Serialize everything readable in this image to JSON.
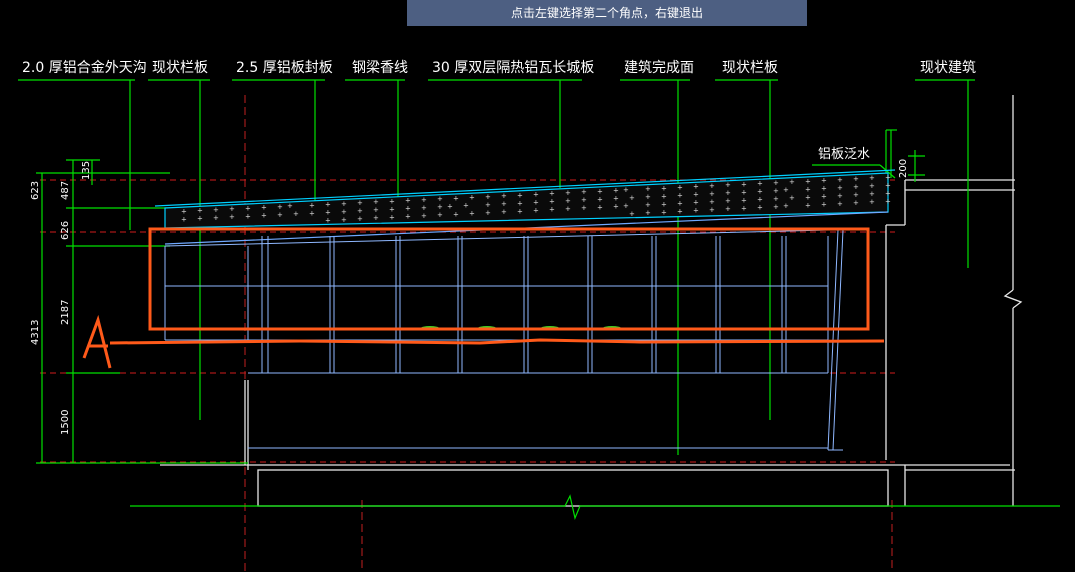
{
  "prompt": {
    "text": "点击左键选择第二个角点，右键退出"
  },
  "labels": {
    "l1": "2.0 厚铝合金外天沟",
    "l2": "现状栏板",
    "l3": "2.5 厚铝板封板",
    "l4": "钢梁香线",
    "l5": "30 厚双层隔热铝瓦长城板",
    "l6": "建筑完成面",
    "l7": "现状栏板",
    "l8": "现状建筑",
    "flashing": "铝板泛水"
  },
  "dimensions": {
    "d623": "623",
    "d487": "487",
    "d135": "135",
    "d626": "626",
    "d2187": "2187",
    "d4313": "4313",
    "d1500": "1500",
    "d200": "200"
  },
  "markup": {
    "letter": "A"
  },
  "colors": {
    "background": "#000000",
    "green": "#00ff00",
    "cyan": "#00ffff",
    "blue": "#6fa8ff",
    "orange": "#ff5a1a",
    "red": "#ff2020",
    "white": "#ffffff",
    "prompt_bg": "#4d5f82"
  }
}
